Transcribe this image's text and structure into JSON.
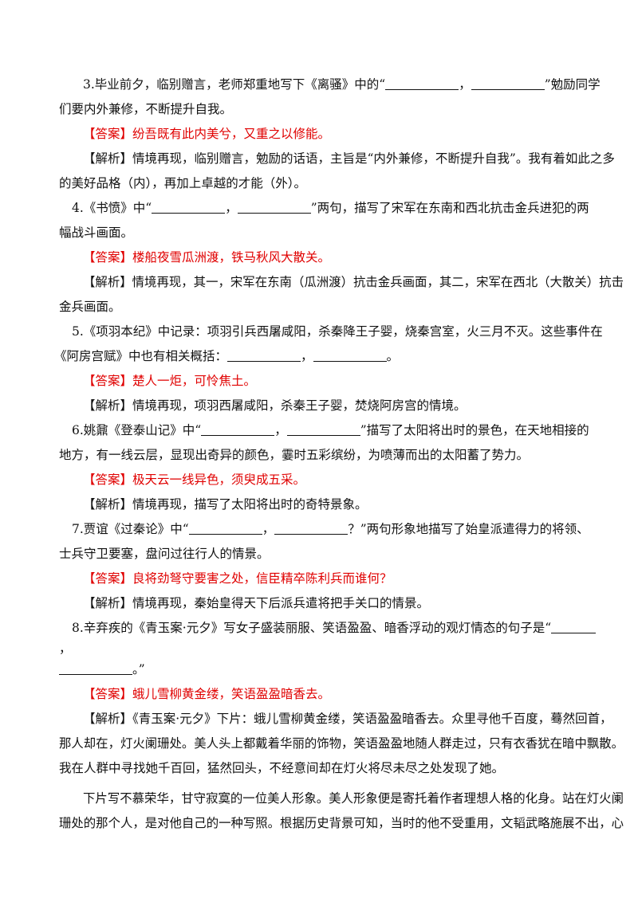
{
  "q3": {
    "line1_a": "3.毕业前夕，临别赠言，老师郑重地写下《离骚》中的“",
    "sep": "，",
    "line1_b": "”勉励同学",
    "line2": "们要内外兼修，不断提升自我。",
    "answer": "【答案】纷吾既有此内美兮，又重之以修能。",
    "analysis_1": "【解析】情境再现，临别赠言，勉励的话语，主旨是“内外兼修，不断提升自我”。我有着如此之多",
    "analysis_2": "的美好品格（内），再加上卓越的才能（外）。"
  },
  "q4": {
    "line1_a": "4.《书愤》中“",
    "sep": "，",
    "line1_b": "”两句，描写了宋军在东南和西北抗击金兵进犯的两",
    "line2": "幅战斗画面。",
    "answer": "【答案】楼船夜雪瓜洲渡，铁马秋风大散关。",
    "analysis_1": "【解析】情境再现，其一，宋军在东南（瓜洲渡）抗击金兵画面，其二，宋军在西北（大散关）抗击",
    "analysis_2": "金兵画面。"
  },
  "q5": {
    "line1": "5.《项羽本纪》中记录：项羽引兵西屠咸阳，杀秦降王子婴，烧秦宫室，火三月不灭。这些事件在",
    "line2_a": "《阿房宫赋》中也有相关概括：",
    "sep": "，",
    "line2_b": "。",
    "answer": "【答案】楚人一炬，可怜焦土。",
    "analysis_1": "【解析】情境再现，项羽西屠咸阳，杀秦王子婴，焚烧阿房宫的情境。"
  },
  "q6": {
    "line1_a": "6.姚鼐《登泰山记》中“",
    "sep": "，",
    "line1_b": "”描写了太阳将出时的景色，在天地相接的",
    "line2": "地方，有一线云层，显现出奇异的颜色，霎时五彩缤纷，为喷薄而出的太阳蓄了势力。",
    "answer": "【答案】极天云一线异色，须臾成五采。",
    "analysis_1": "【解析】情境再现，描写了太阳将出时的奇特景象。"
  },
  "q7": {
    "line1_a": "7.贾谊《过秦论》中“",
    "sep": "，",
    "line1_b": "？”两句形象地描写了始皇派遣得力的将领、",
    "line2": "士兵守卫要塞，盘问过往行人的情景。",
    "answer": "【答案】良将劲弩守要害之处，信臣精卒陈利兵而谁何？",
    "analysis_1": "【解析】情境再现，秦始皇得天下后派兵遣将把手关口的情景。"
  },
  "q8": {
    "line1_a": "8.辛弃疾的《青玉案·元夕》写女子盛装丽服、笑语盈盈、暗香浮动的观灯情态的句子是“",
    "line2": "，",
    "line3_b": "。”",
    "answer": "【答案】蛾儿雪柳黄金缕，笑语盈盈暗香去。",
    "analysis_1": "【解析】《青玉案·元夕》下片：蛾儿雪柳黄金缕，笑语盈盈暗香去。众里寻他千百度，蓦然回首，",
    "analysis_2": "那人却在，灯火阑珊处。美人头上都戴着华丽的饰物，笑语盈盈地随人群走过，只有衣香犹在暗中飘散。",
    "analysis_3": "我在人群中寻找她千百回，猛然回头，不经意间却在灯火将尽未尽之处发现了她。",
    "para_1": "下片写不慕荣华，甘守寂寞的一位美人形象。美人形象便是寄托着作者理想人格的化身。站在灯火阑",
    "para_2": "珊处的那个人，是对他自己的一种写照。根据历史背景可知，当时的他不受重用，文韬武略施展不出，心"
  }
}
